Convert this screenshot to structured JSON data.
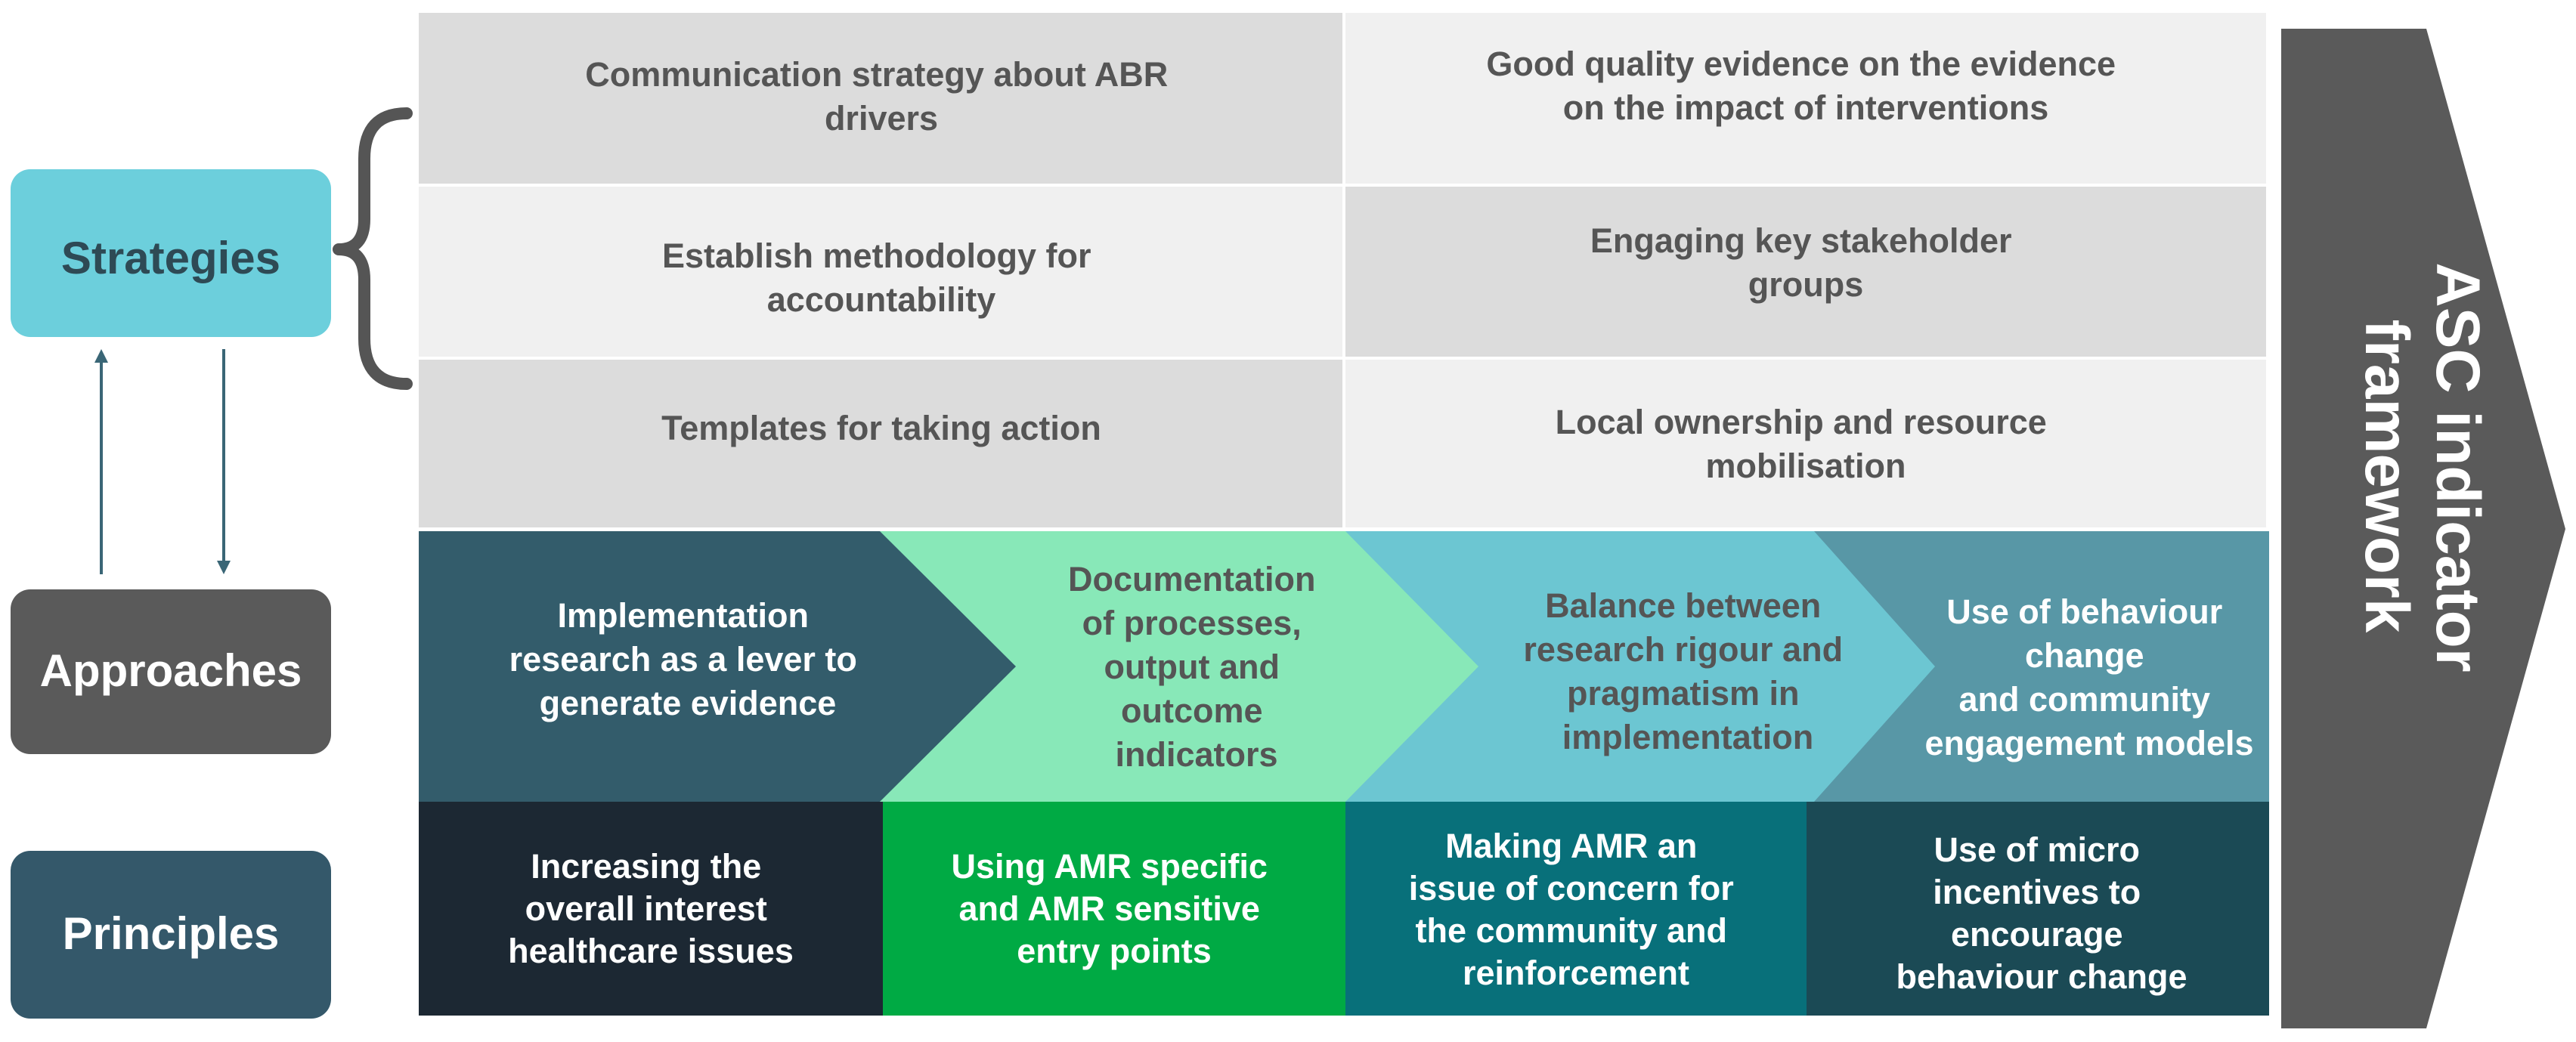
{
  "labels": {
    "strategies": "Strategies",
    "approaches": "Approaches",
    "principles": "Principles"
  },
  "strategies": [
    [
      "Communication strategy about ABR",
      "drivers"
    ],
    [
      "Good quality evidence on the evidence",
      "on the impact of interventions"
    ],
    [
      "Establish methodology for",
      "accountability"
    ],
    [
      "Engaging key stakeholder",
      "groups"
    ],
    [
      "Templates for taking action"
    ],
    [
      "Local ownership and resource",
      "mobilisation"
    ]
  ],
  "approaches": [
    [
      "Implementation",
      "research as a lever to",
      "generate evidence"
    ],
    [
      "Documentation",
      "of processes,",
      "output and",
      "outcome",
      "indicators"
    ],
    [
      "Balance between",
      "research rigour and",
      "pragmatism in",
      "implementation"
    ],
    [
      "Use of behaviour",
      "change",
      "and community",
      "engagement models"
    ]
  ],
  "principles": [
    [
      "Increasing the",
      "overall interest",
      "healthcare issues"
    ],
    [
      "Using AMR specific",
      "and AMR sensitive",
      "entry points"
    ],
    [
      "Making AMR an",
      "issue of concern for",
      "the community and",
      "reinforcement"
    ],
    [
      "Use of micro",
      "incentives to",
      "encourage",
      "behaviour change"
    ]
  ],
  "framework": [
    "ASC indicator",
    "framework"
  ],
  "colors": {
    "strategy_dark": "#dcdcdc",
    "strategy_light": "#f0f0f0",
    "strategy_text": "#555555",
    "approach_1": "#335c6b",
    "approach_2": "#88e8b8",
    "approach_3": "#6cc6d2",
    "approach_4": "#5897a6",
    "principle_1": "#1c2833",
    "principle_2": "#00aa44",
    "principle_3": "#08707a",
    "principle_4": "#1b4a55",
    "label_strategies": "#6ccfdc",
    "label_approaches": "#5a5a5a",
    "label_principles": "#34586a",
    "frame_arrow": "#5a5a5a",
    "bracket": "#555555",
    "arrow_line": "#3a6676"
  }
}
